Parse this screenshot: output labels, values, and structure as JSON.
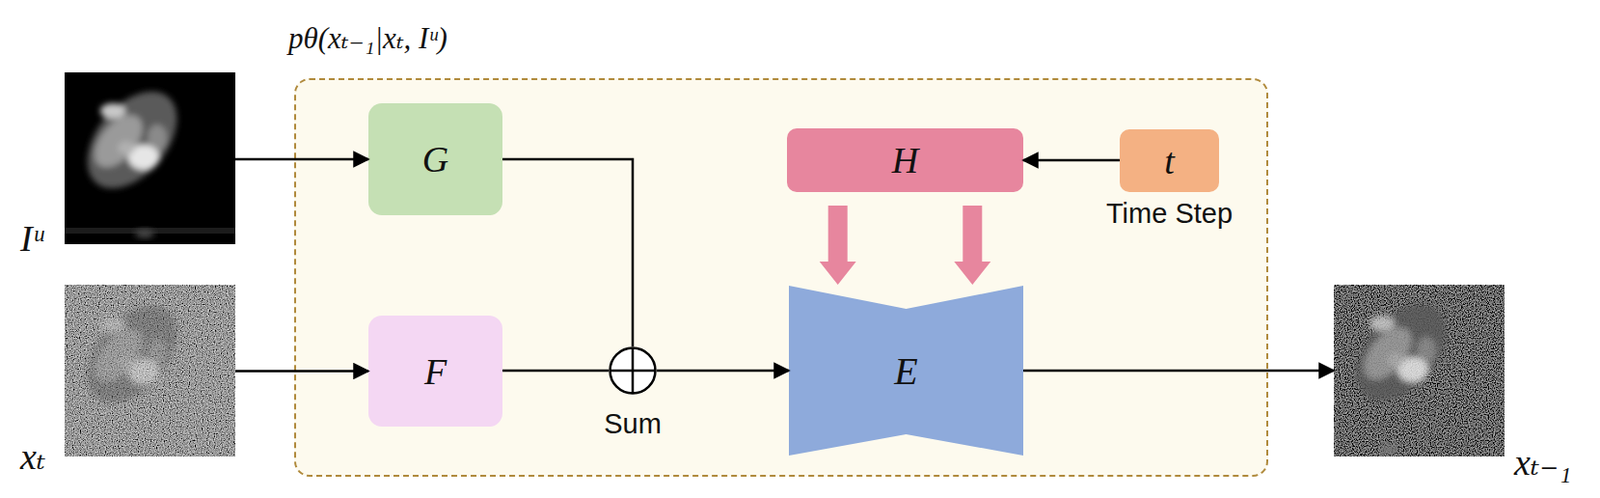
{
  "diagram": {
    "nodes": [
      {
        "text": [
          "Iᵘ"
        ]
      },
      {
        "text": [
          "xₜ"
        ]
      },
      {
        "text": [
          "pθ(xₜ₋₁|xₜ, Iᵘ)"
        ]
      },
      {
        "text": [
          "G"
        ],
        "in": 2
      },
      {
        "text": [
          "F"
        ],
        "in": 2
      },
      {
        "text": [
          "Sum"
        ],
        "in": 2
      },
      {
        "text": [
          "H"
        ],
        "in": 2
      },
      {
        "text": [
          "t",
          "Time Step"
        ],
        "in": 2
      },
      {
        "text": [
          "E"
        ],
        "in": 2
      },
      {
        "text": [
          "xₜ₋₁"
        ]
      }
    ],
    "edges": [
      {
        "from": 0,
        "to": 3,
        "arrow": "to"
      },
      {
        "from": 1,
        "to": 4,
        "arrow": "to"
      },
      {
        "from": 3,
        "to": 5,
        "arrow": "none"
      },
      {
        "from": 4,
        "to": 5,
        "arrow": "none"
      },
      {
        "from": 5,
        "to": 8,
        "arrow": "to"
      },
      {
        "from": 7,
        "to": 6,
        "arrow": "to"
      },
      {
        "from": 6,
        "to": 8,
        "arrow": "to"
      },
      {
        "from": 6,
        "to": 8,
        "arrow": "to"
      },
      {
        "from": 8,
        "to": 9,
        "arrow": "to"
      }
    ]
  }
}
